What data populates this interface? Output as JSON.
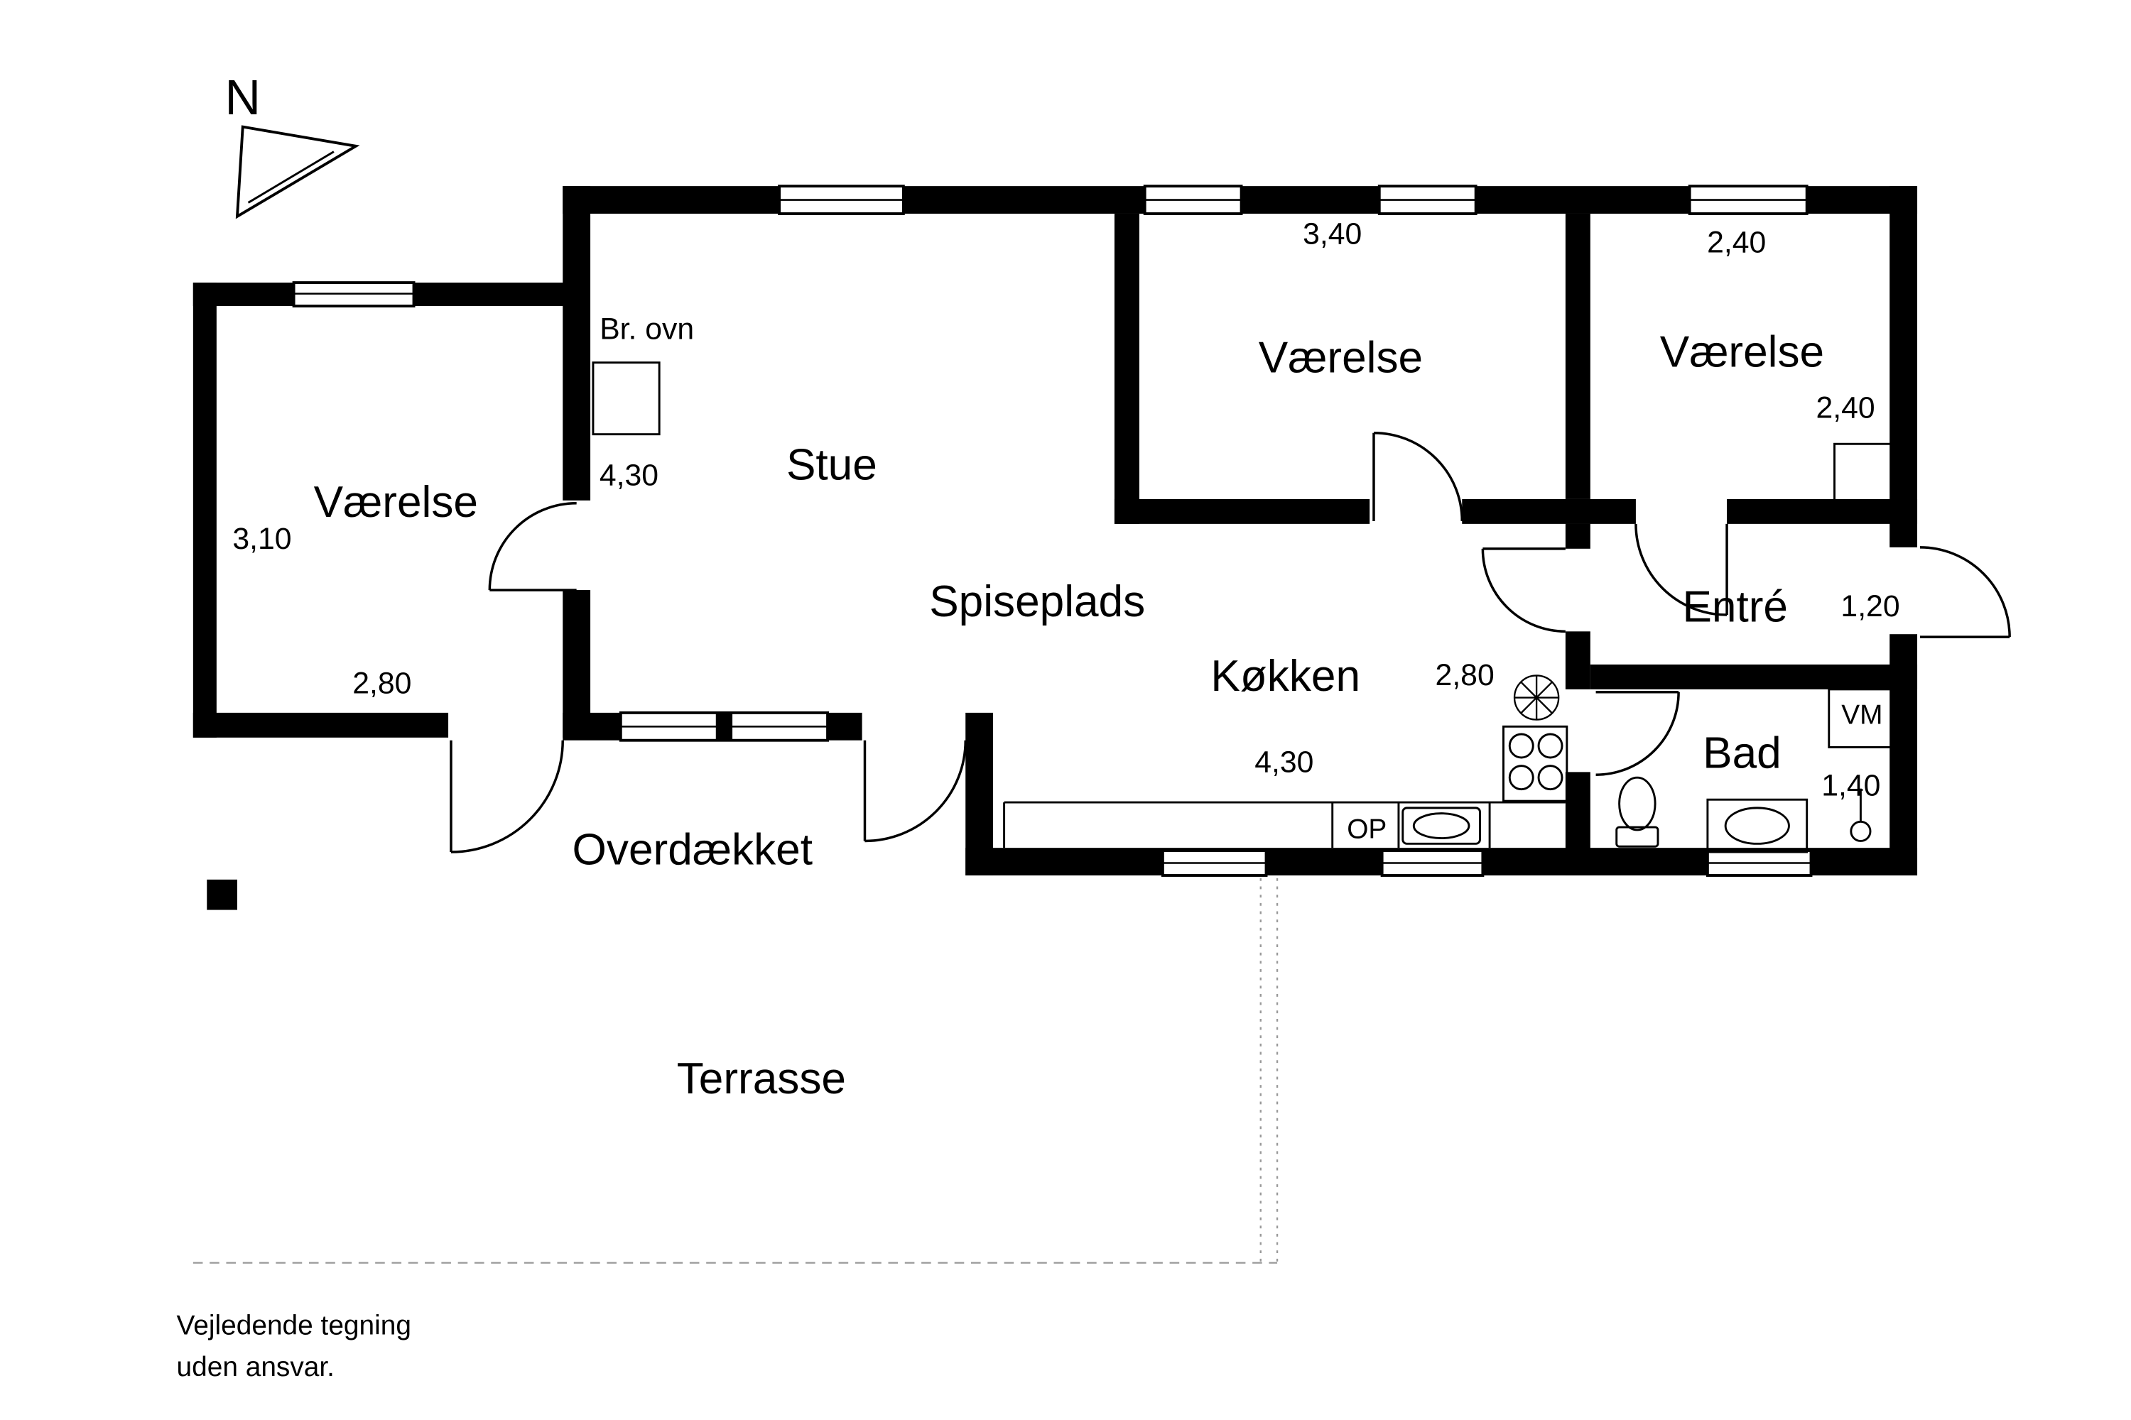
{
  "north_label": "N",
  "rooms": {
    "vaerelse_left": {
      "label": "Værelse",
      "depth": "3,10",
      "width": "2,80"
    },
    "stue": {
      "label": "Stue",
      "width": "4,30"
    },
    "spiseplads": {
      "label": "Spiseplads"
    },
    "koekken": {
      "label": "Køkken",
      "depth": "2,80",
      "width": "4,30"
    },
    "vaerelse_mid": {
      "label": "Værelse",
      "width": "3,40"
    },
    "vaerelse_right": {
      "label": "Værelse",
      "width": "2,40",
      "depth": "2,40"
    },
    "entre": {
      "label": "Entré",
      "width": "1,20"
    },
    "bad": {
      "label": "Bad",
      "width": "1,40"
    },
    "overdaekket": {
      "label": "Overdækket"
    },
    "terrasse": {
      "label": "Terrasse"
    }
  },
  "fixtures": {
    "wood_stove_label": "Br. ovn",
    "dishwasher_label": "OP",
    "washing_machine_label": "VM"
  },
  "disclaimer": {
    "line1": "Vejledende tegning",
    "line2": "uden ansvar."
  },
  "colors": {
    "wall": "#000000",
    "background": "#ffffff",
    "dashed_line": "#999999"
  }
}
